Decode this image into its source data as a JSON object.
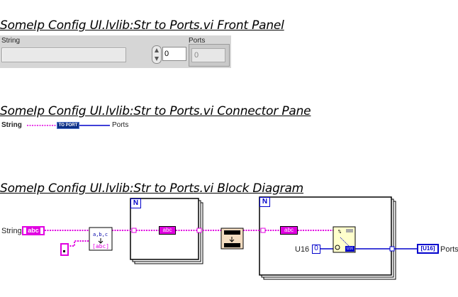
{
  "headings": {
    "front_panel": "SomeIp Config UI.lvlib:Str to Ports.vi Front Panel",
    "connector_pane": "SomeIp Config UI.lvlib:Str to Ports.vi Connector Pane",
    "block_diagram": "SomeIp Config UI.lvlib:Str to Ports.vi Block Diagram"
  },
  "front_panel": {
    "string_label": "String",
    "ports_label": "Ports",
    "index_value": "0",
    "ports_value": "0"
  },
  "connector_pane": {
    "string_label": "String",
    "subvi_label": "TO PORT",
    "ports_label": "Ports"
  },
  "block_diagram": {
    "string_label": "String",
    "string_terminal_text": "abc",
    "iteration_n_label": "N",
    "string_const_text": "abc",
    "u16_label": "U16",
    "u16_const": "0",
    "u16_badge": "U16",
    "ports_output_label": "Ports",
    "ports_terminal_text": "[U16]",
    "convert_text": "U16"
  },
  "colors": {
    "string_wire": "#e100e1",
    "numeric_wire": "#0000cc",
    "subvi_blue": "#003399"
  }
}
